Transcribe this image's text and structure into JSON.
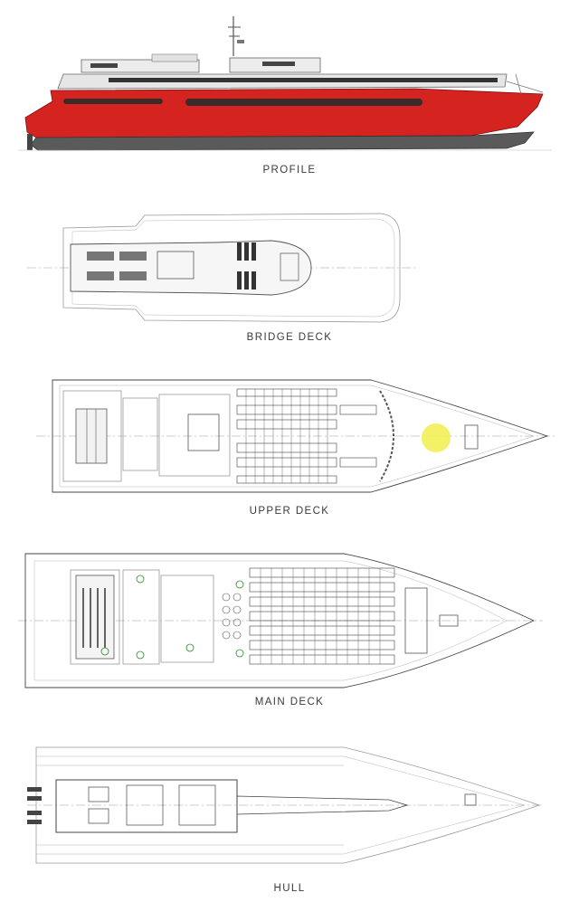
{
  "captions": {
    "profile": "PROFILE",
    "bridge": "BRIDGE DECK",
    "upper": "UPPER DECK",
    "main": "MAIN DECK",
    "hull": "HULL"
  },
  "colors": {
    "hull_red": "#d52420",
    "hull_grey": "#5a5a5a",
    "superstructure": "#e9e9e9",
    "highlight": "#f2ef55"
  }
}
